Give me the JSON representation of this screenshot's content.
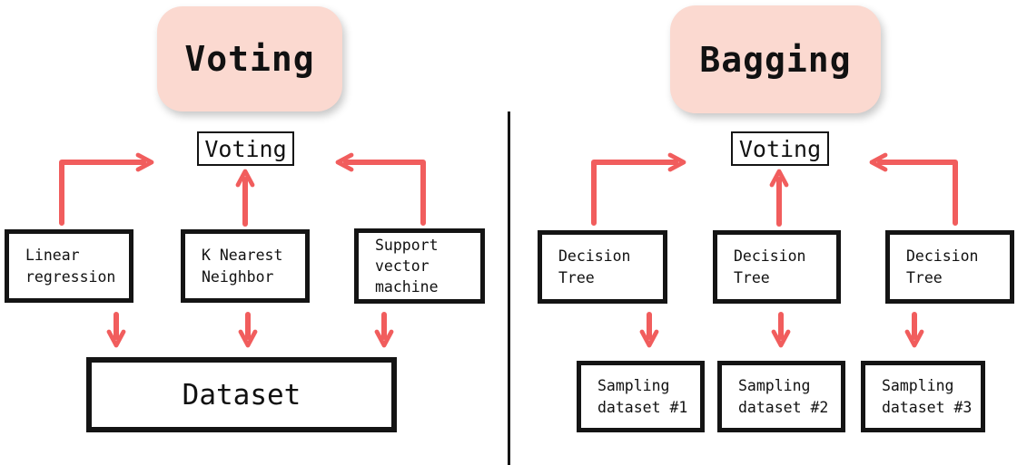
{
  "colors": {
    "title_pill_bg": "#fbd9d0",
    "arrow": "#f15d5d",
    "box_border": "#141414",
    "background": "#ffffff"
  },
  "left": {
    "title": "Voting",
    "aggregator": "Voting",
    "models": [
      "Linear regression",
      "K Nearest Neighbor",
      "Support vector machine"
    ],
    "dataset": "Dataset"
  },
  "right": {
    "title": "Bagging",
    "aggregator": "Voting",
    "models": [
      "Decision Tree",
      "Decision Tree",
      "Decision Tree"
    ],
    "datasets": [
      "Sampling dataset #1",
      "Sampling dataset #2",
      "Sampling dataset #3"
    ]
  }
}
